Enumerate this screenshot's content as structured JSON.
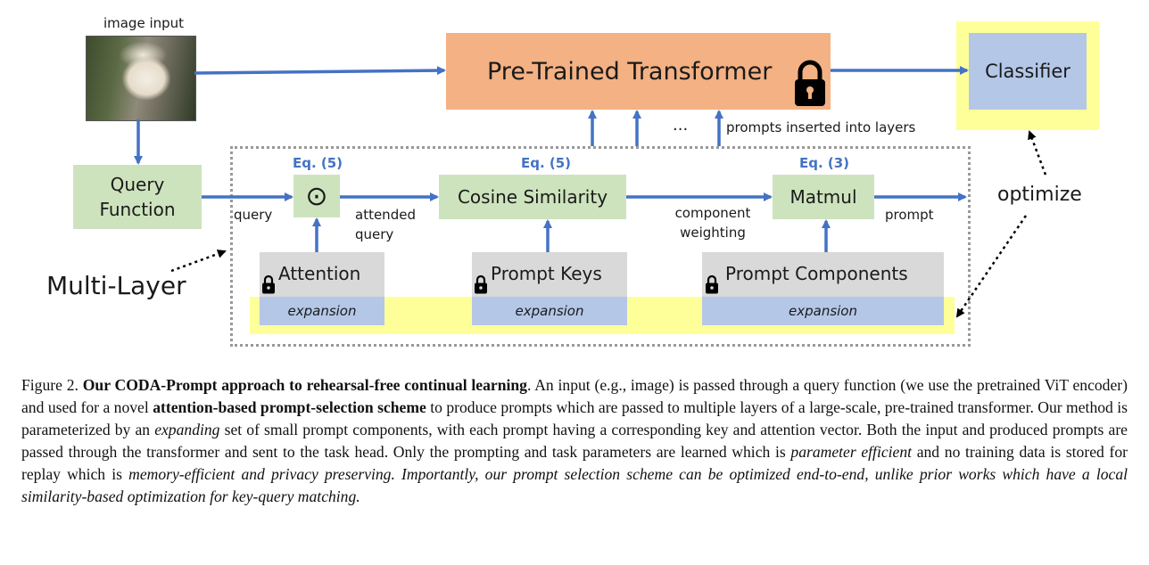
{
  "diagram": {
    "image_input_label": "image input",
    "transformer_label": "Pre-Trained Transformer",
    "classifier_label": "Classifier",
    "query_function_label": "Query Function",
    "eq_attention": "Eq. (5)",
    "eq_cosine": "Eq. (5)",
    "eq_matmul": "Eq. (3)",
    "hadamard_symbol": "⊙",
    "cosine_label": "Cosine Similarity",
    "matmul_label": "Matmul",
    "query_label": "query",
    "attended_query_label": "attended query",
    "component_weighting_label": "component weighting",
    "prompt_label": "prompt",
    "attention_label": "Attention",
    "prompt_keys_label": "Prompt Keys",
    "prompt_components_label": "Prompt Components",
    "expansion_label": "expansion",
    "multi_layer_label": "Multi-Layer",
    "optimize_label": "optimize",
    "ellipsis": "...",
    "prompts_inserted_label": "prompts inserted into layers",
    "colors": {
      "transformer": "#f4b183",
      "module": "#cde3bd",
      "frozen": "#d9d9d9",
      "expansion": "#b4c7e7",
      "learned_highlight": "#ffff99",
      "arrow": "#4472c4"
    }
  },
  "caption": {
    "figure_number": "Figure 2.",
    "title": "Our CODA-Prompt approach to rehearsal-free continual learning",
    "part1": ". An input (e.g., image) is passed through a query function (we use the pretrained ViT encoder) and used for a novel ",
    "bold_scheme": "attention-based prompt-selection scheme",
    "part2": " to produce prompts which are passed to multiple layers of a large-scale, pre-trained transformer. Our method is parameterized by an ",
    "italic_expanding": "expanding",
    "part3": " set of small prompt components, with each prompt having a corresponding key and attention vector. Both the input and produced prompts are passed through the transformer and sent to the task head. Only the prompting and task parameters are learned which is ",
    "italic_param": "parameter efficient",
    "part4": " and no training data is stored for replay which is ",
    "italic_rest": "memory-efficient and privacy preserving. Importantly, our prompt selection scheme can be optimized end-to-end, unlike prior works which have a local similarity-based optimization for key-query matching."
  }
}
